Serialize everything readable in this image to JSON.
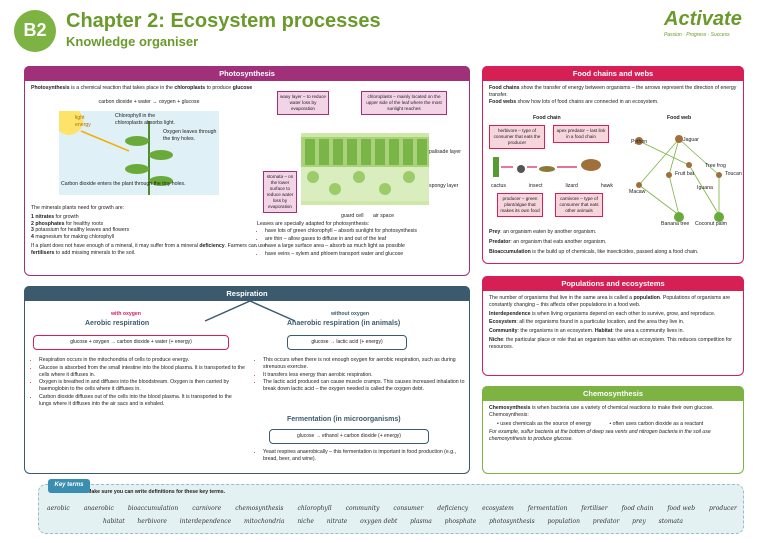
{
  "header": {
    "chip": "B2",
    "title": "Chapter 2: Ecosystem processes",
    "subtitle": "Knowledge organiser",
    "logo": "Activate",
    "logo_tag": "Passion · Progress · Success"
  },
  "photosynthesis": {
    "title": "Photosynthesis",
    "intro_1": "Photosynthesis",
    "intro_2": " is a chemical reaction that takes place in the ",
    "intro_3": "chloroplasts",
    "intro_4": " to produce ",
    "intro_5": "glucose",
    "equation": "carbon dioxide + water → oxygen + glucose",
    "diagram_labels": {
      "light": "light energy",
      "chlorophyll": "Chlorophyll in the chloroplasts absorbs light.",
      "oxygen": "Oxygen leaves through the tiny holes.",
      "co2": "Carbon dioxide enters the plant through the tiny holes.",
      "waxy": "waxy layer – to reduce water loss by evaporation",
      "chloroplasts": "chloroplasts – mainly located on the upper side of the leaf where the most sunlight reaches",
      "palisade": "palisade layer",
      "stomata": "stomata – on the lower surface to reduce water loss by evaporation",
      "spongy": "spongy layer",
      "guard": "guard cell",
      "air": "air space"
    },
    "minerals_intro": "The minerals plants need for growth are:",
    "minerals": [
      {
        "n": "1",
        "bold": "nitrates",
        "rest": " for growth"
      },
      {
        "n": "2",
        "bold": "phosphates",
        "rest": " for healthy roots"
      },
      {
        "n": "3",
        "bold": "",
        "rest": "potassium for healthy leaves and flowers"
      },
      {
        "n": "4",
        "bold": "",
        "rest": "magnesium for making chlorophyll"
      }
    ],
    "deficiency_1": "If a plant does not have enough of a mineral, it may suffer from a mineral ",
    "deficiency_2": "deficiency",
    "deficiency_3": ". Farmers can use ",
    "deficiency_4": "fertilisers",
    "deficiency_5": " to add missing minerals to the soil.",
    "adapted_intro": "Leaves are specially adapted for photosynthesis:",
    "adaptations": [
      "have lots of green chlorophyll – absorb sunlight for photosynthesis",
      "are thin – allow gases to diffuse in and out of the leaf",
      "have a large surface area – absorb as much light as possible",
      "have veins – xylem and phloem transport water and glucose"
    ]
  },
  "food": {
    "title": "Food chains and webs",
    "p1_bold": "Food chains",
    "p1": " show the transfer of energy between organisms – the arrows represent the direction of energy transfer.",
    "p2_bold": "Food webs",
    "p2": " show how lots of food chains are connected in an ecosystem.",
    "chain_title": "Food chain",
    "web_title": "Food web",
    "herbivore": "herbivore – type of consumer that eats the producer",
    "apex": "apex predator – last link in a food chain",
    "chain_items": [
      "cactus",
      "insect",
      "lizard",
      "hawk"
    ],
    "producer": "producer – green plant/algae that makes its own food",
    "carnivore": "carnivore – type of consumer that eats other animals",
    "web_items": [
      "Python",
      "Jaguar",
      "Fruit bat",
      "Tree frog",
      "Toucan",
      "Iguana",
      "Macaw",
      "Banana tree",
      "Coconut palm"
    ],
    "prey_b": "Prey",
    "prey": ": an organism eaten by another organism.",
    "pred_b": "Predator",
    "pred": ": an organism that eats another organism.",
    "bio_b": "Bioaccumulation",
    "bio": " is the build up of chemicals, like insecticides, passed along a food chain."
  },
  "populations": {
    "title": "Populations and ecosystems",
    "p1a": "The number of organisms that live in the same area is called a ",
    "p1b": "population",
    "p1c": ". Populations of organisms are constantly changing – this affects other populations in a food web.",
    "p2b": "Interdependence",
    "p2": " is when living organisms depend on each other to survive, grow, and reproduce.",
    "p3b": "Ecosystem",
    "p3": ": all the organisms found in a particular location, and the area they live in.",
    "p4b": "Community",
    "p4": ": the organisms in an ecosystem. ",
    "p4c": "Habitat",
    "p4d": ": the area a community lives in.",
    "p5b": "Niche",
    "p5": ": the particular place or role that an organism has within an ecosystem. This reduces competition for resources."
  },
  "respiration": {
    "title": "Respiration",
    "with_oxygen": "with oxygen",
    "without_oxygen": "without oxygen",
    "aerobic_title": "Aerobic respiration",
    "anaerobic_title": "Anaerobic respiration (in animals)",
    "aerobic_eq": "glucose + oxygen → carbon dioxide + water (+ energy)",
    "anaerobic_eq": "glucose → lactic acid (+ energy)",
    "aerobic_points": [
      "Respiration occurs in the mitochondria of cells to produce energy.",
      "Glucose is absorbed from the small intestine into the blood plasma. It is transported to the cells where it diffuses in.",
      "Oxygen is breathed in and diffuses into the bloodstream. Oxygen is then carried by haemoglobin to the cells where it diffuses in.",
      "Carbon dioxide diffuses out of the cells into the blood plasma. It is transported to the lungs where it diffuses into the air sacs and is exhaled."
    ],
    "anaerobic_points": [
      "This occurs when there is not enough oxygen for aerobic respiration, such as during strenuous exercise.",
      "It transfers less energy than aerobic respiration.",
      "The lactic acid produced can cause muscle cramps. This causes increased inhalation to break down lactic acid – the oxygen needed is called the oxygen debt."
    ],
    "ferm_title": "Fermentation (in microorganisms)",
    "ferm_eq": "glucose → ethanol + carbon dioxide (+ energy)",
    "ferm_point": "Yeast respires anaerobically – this fermentation is important in food production (e.g., bread, beer, and wine)."
  },
  "chemosynthesis": {
    "title": "Chemosynthesis",
    "p1b": "Chemosynthesis",
    "p1": " is when bacteria use a variety of chemical reactions to make their own glucose. Chemosynthesis:",
    "b1": "uses chemicals as the source of energy",
    "b2": "often uses carbon dioxide as a reactant",
    "example": "For example, sulfur bacteria at the bottom of deep sea vents and nitrogen bacteria in the soil use chemosynthesis to produce glucose."
  },
  "keyterms": {
    "badge": "Key terms",
    "instruction": "Make sure you can write definitions for these key terms.",
    "row1": [
      "aerobic",
      "anaerobic",
      "bioaccumulation",
      "carnivore",
      "chemosynthesis",
      "chlorophyll",
      "community",
      "consumer",
      "deficiency",
      "ecosystem",
      "fermentation",
      "fertiliser",
      "food chain",
      "food web",
      "producer"
    ],
    "row2": [
      "habitat",
      "herbivore",
      "interdependence",
      "mitochondria",
      "niche",
      "nitrate",
      "oxygen debt",
      "plasma",
      "phosphate",
      "photosynthesis",
      "population",
      "predator",
      "prey",
      "stomata"
    ]
  },
  "colors": {
    "green": "#7cb342",
    "purple": "#a0307a",
    "red": "#d61f55",
    "navy": "#3c5a6e"
  }
}
